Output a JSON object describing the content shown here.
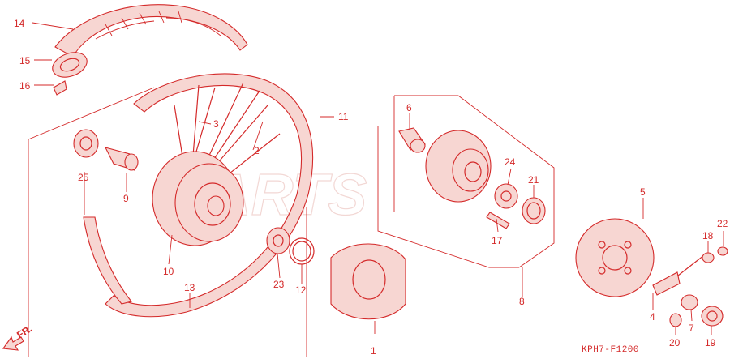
{
  "diagram": {
    "diagram_code": "KPH7-F1200",
    "watermark_text": "PARTS",
    "direction_label": "FR.",
    "colors": {
      "line": "#d42a2a",
      "fill": "#f7d6d2",
      "background": "#ffffff"
    },
    "callouts": [
      {
        "id": "c1",
        "label": "1"
      },
      {
        "id": "c2",
        "label": "2"
      },
      {
        "id": "c3",
        "label": "3"
      },
      {
        "id": "c4",
        "label": "4"
      },
      {
        "id": "c5",
        "label": "5"
      },
      {
        "id": "c6",
        "label": "6"
      },
      {
        "id": "c7",
        "label": "7"
      },
      {
        "id": "c8",
        "label": "8"
      },
      {
        "id": "c9",
        "label": "9"
      },
      {
        "id": "c10",
        "label": "10"
      },
      {
        "id": "c11",
        "label": "11"
      },
      {
        "id": "c12",
        "label": "12"
      },
      {
        "id": "c13",
        "label": "13"
      },
      {
        "id": "c14",
        "label": "14"
      },
      {
        "id": "c15",
        "label": "15"
      },
      {
        "id": "c16",
        "label": "16"
      },
      {
        "id": "c17",
        "label": "17"
      },
      {
        "id": "c18",
        "label": "18"
      },
      {
        "id": "c19",
        "label": "19"
      },
      {
        "id": "c20",
        "label": "20"
      },
      {
        "id": "c21",
        "label": "21"
      },
      {
        "id": "c22",
        "label": "22"
      },
      {
        "id": "c23",
        "label": "23"
      },
      {
        "id": "c24",
        "label": "24"
      },
      {
        "id": "c25",
        "label": "25"
      }
    ]
  }
}
